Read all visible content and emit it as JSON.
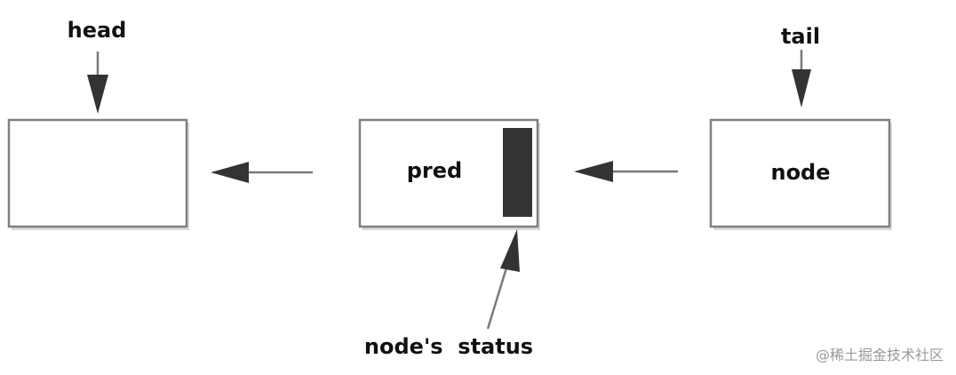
{
  "labels": {
    "head": "head",
    "tail": "tail",
    "pred": "pred",
    "node": "node",
    "status": "node's  status"
  },
  "watermark": "@稀土掘金技术社区",
  "colors": {
    "box_stroke": "#808080",
    "arrow_head": "#333333",
    "status_bar": "#333333",
    "watermark": "#9a9a9a"
  }
}
